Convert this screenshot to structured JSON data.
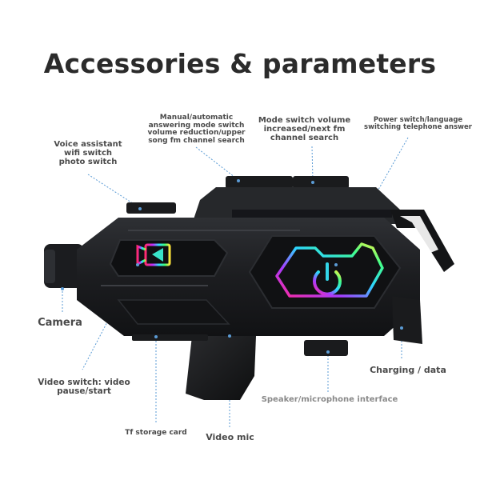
{
  "title": "Accessories & parameters",
  "colors": {
    "leader_line": "#5b9bd5",
    "device_body": "#1e1f22",
    "device_highlight": "#3a3c40",
    "title_text": "#2b2b2b",
    "label_text": "#4a4a4a"
  },
  "labels": {
    "manual_auto": [
      "Manual/automatic",
      "answering mode switch",
      "volume reduction/upper",
      "song fm channel search"
    ],
    "mode_switch": [
      "Mode switch volume",
      "increased/next fm",
      "channel search"
    ],
    "power_switch": [
      "Power switch/language",
      "switching telephone answer"
    ],
    "voice_assistant": [
      "Voice assistant",
      "wifi switch",
      "photo switch"
    ],
    "camera": "Camera",
    "video_switch": [
      "Video switch: video",
      "pause/start"
    ],
    "tf_card": "Tf storage card",
    "video_mic": "Video mic",
    "charging": "Charging / data",
    "speaker_mic": "Speaker/microphone interface"
  },
  "icons": {
    "video_button": "video-camera-icon",
    "power_button": "power-icon"
  }
}
